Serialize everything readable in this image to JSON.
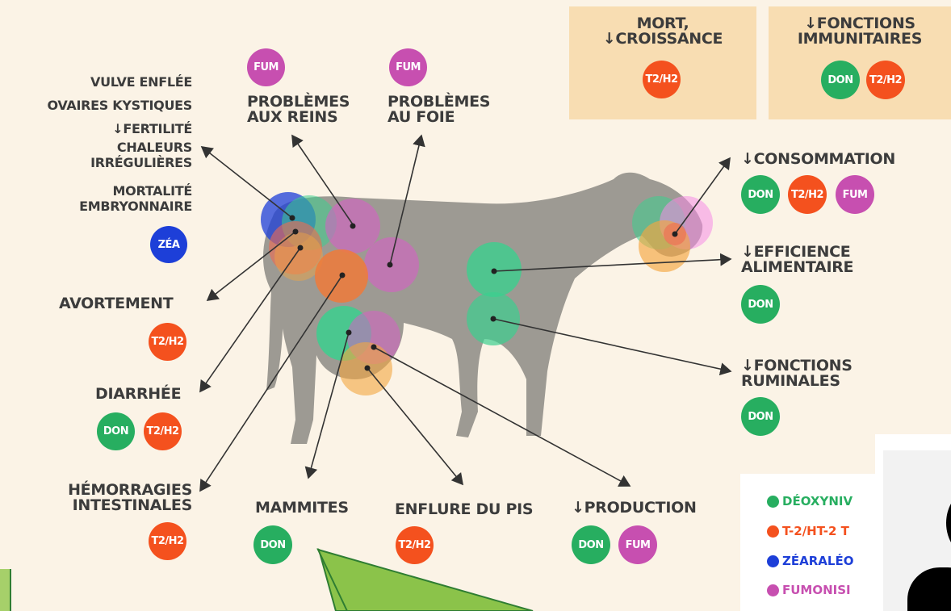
{
  "colors": {
    "don": "#27ae60",
    "t2h2": "#f4511e",
    "fum": "#c74fb0",
    "zea": "#1d3fd8",
    "text": "#3c3c3c",
    "box": "#f8ddb2",
    "arrow_overlay": "#8bc34a"
  },
  "badge_text": {
    "don": "DON",
    "t2h2": "T2/H2",
    "fum": "FUM",
    "zea": "ZÉA"
  },
  "boxes": {
    "mort": {
      "line1": "MORT,",
      "line2": "↓CROISSANCE"
    },
    "immun": {
      "line1": "↓FONCTIONS",
      "line2": "IMMUNITAIRES"
    }
  },
  "reproduction": {
    "lines": [
      "VULVE ENFLÉE",
      "OVAIRES KYSTIQUES",
      "↓FERTILITÉ",
      "CHALEURS",
      "IRRÉGULIÈRES",
      "MORTALITÉ",
      "EMBRYONNAIRE"
    ]
  },
  "labels": {
    "reins": [
      "PROBLÈMES",
      "AUX REINS"
    ],
    "foie": [
      "PROBLÈMES",
      "AU FOIE"
    ],
    "consommation": "↓CONSOMMATION",
    "efficience": [
      "↓EFFICIENCE",
      "ALIMENTAIRE"
    ],
    "ruminales": [
      "↓FONCTIONS",
      "RUMINALES"
    ],
    "avortement": "AVORTEMENT",
    "diarrhee": "DIARRHÉE",
    "hemorragies": [
      "HÉMORRAGIES",
      "INTESTINALES"
    ],
    "mammites": "MAMMITES",
    "enflure": "ENFLURE DU PIS",
    "production": "↓PRODUCTION"
  },
  "legend": [
    {
      "icon": "don-dot-icon",
      "text": "DÉOXYNIV",
      "color": "#27ae60"
    },
    {
      "icon": "t2h2-dot-icon",
      "text": "T-2/HT-2 T",
      "color": "#f4511e"
    },
    {
      "icon": "zea-dot-icon",
      "text": "ZÉARALÉO",
      "color": "#1d3fd8"
    },
    {
      "icon": "fum-dot-icon",
      "text": "FUMONISI",
      "color": "#c74fb0"
    }
  ]
}
